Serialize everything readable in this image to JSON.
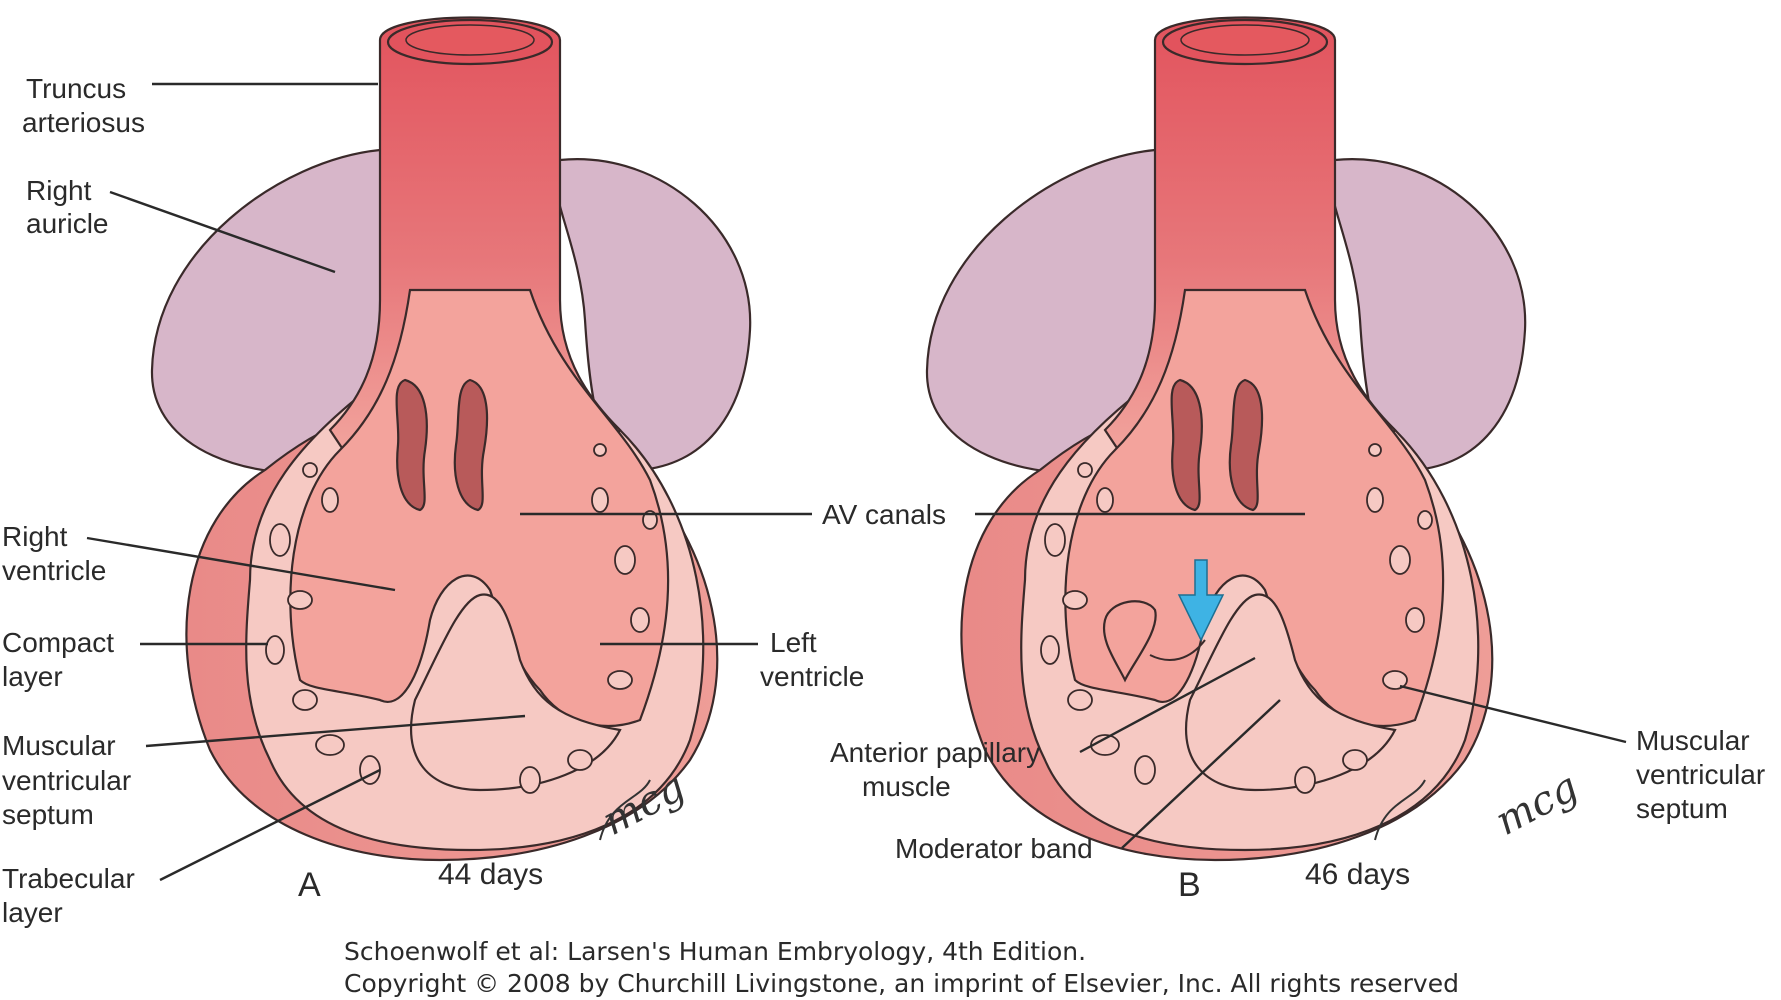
{
  "panels": [
    {
      "letter": "A",
      "age": "44 days",
      "signature": "mcg",
      "labels": {
        "truncus_1": "Truncus",
        "truncus_2": "arteriosus",
        "auricle_1": "Right",
        "auricle_2": "auricle",
        "rv_1": "Right",
        "rv_2": "ventricle",
        "compact_1": "Compact",
        "compact_2": "layer",
        "septum_1": "Muscular",
        "septum_2": "ventricular",
        "septum_3": "septum",
        "trabecular_1": "Trabecular",
        "trabecular_2": "layer",
        "lv_1": "Left",
        "lv_2": "ventricle"
      }
    },
    {
      "letter": "B",
      "age": "46 days",
      "signature": "mcg",
      "labels": {
        "av_canals": "AV canals",
        "papillary_1": "Anterior papillary",
        "papillary_2": "muscle",
        "moderator": "Moderator band",
        "septum_1": "Muscular",
        "septum_2": "ventricular",
        "septum_3": "septum"
      }
    }
  ],
  "credit": {
    "line1": "Schoenwolf et al: Larsen's Human Embryology, 4th Edition.",
    "line2": "Copyright © 2008 by Churchill Livingstone, an imprint of Elsevier, Inc. All rights reserved"
  },
  "colors": {
    "auricle": "#d7b6c9",
    "heart_outer": "#e98a88",
    "heart_light": "#f6c9c3",
    "cavity": "#f3a39c",
    "truncus_deep": "#e2535d",
    "av_canal": "#b85a5a",
    "arrow": "#3eb3e4"
  }
}
